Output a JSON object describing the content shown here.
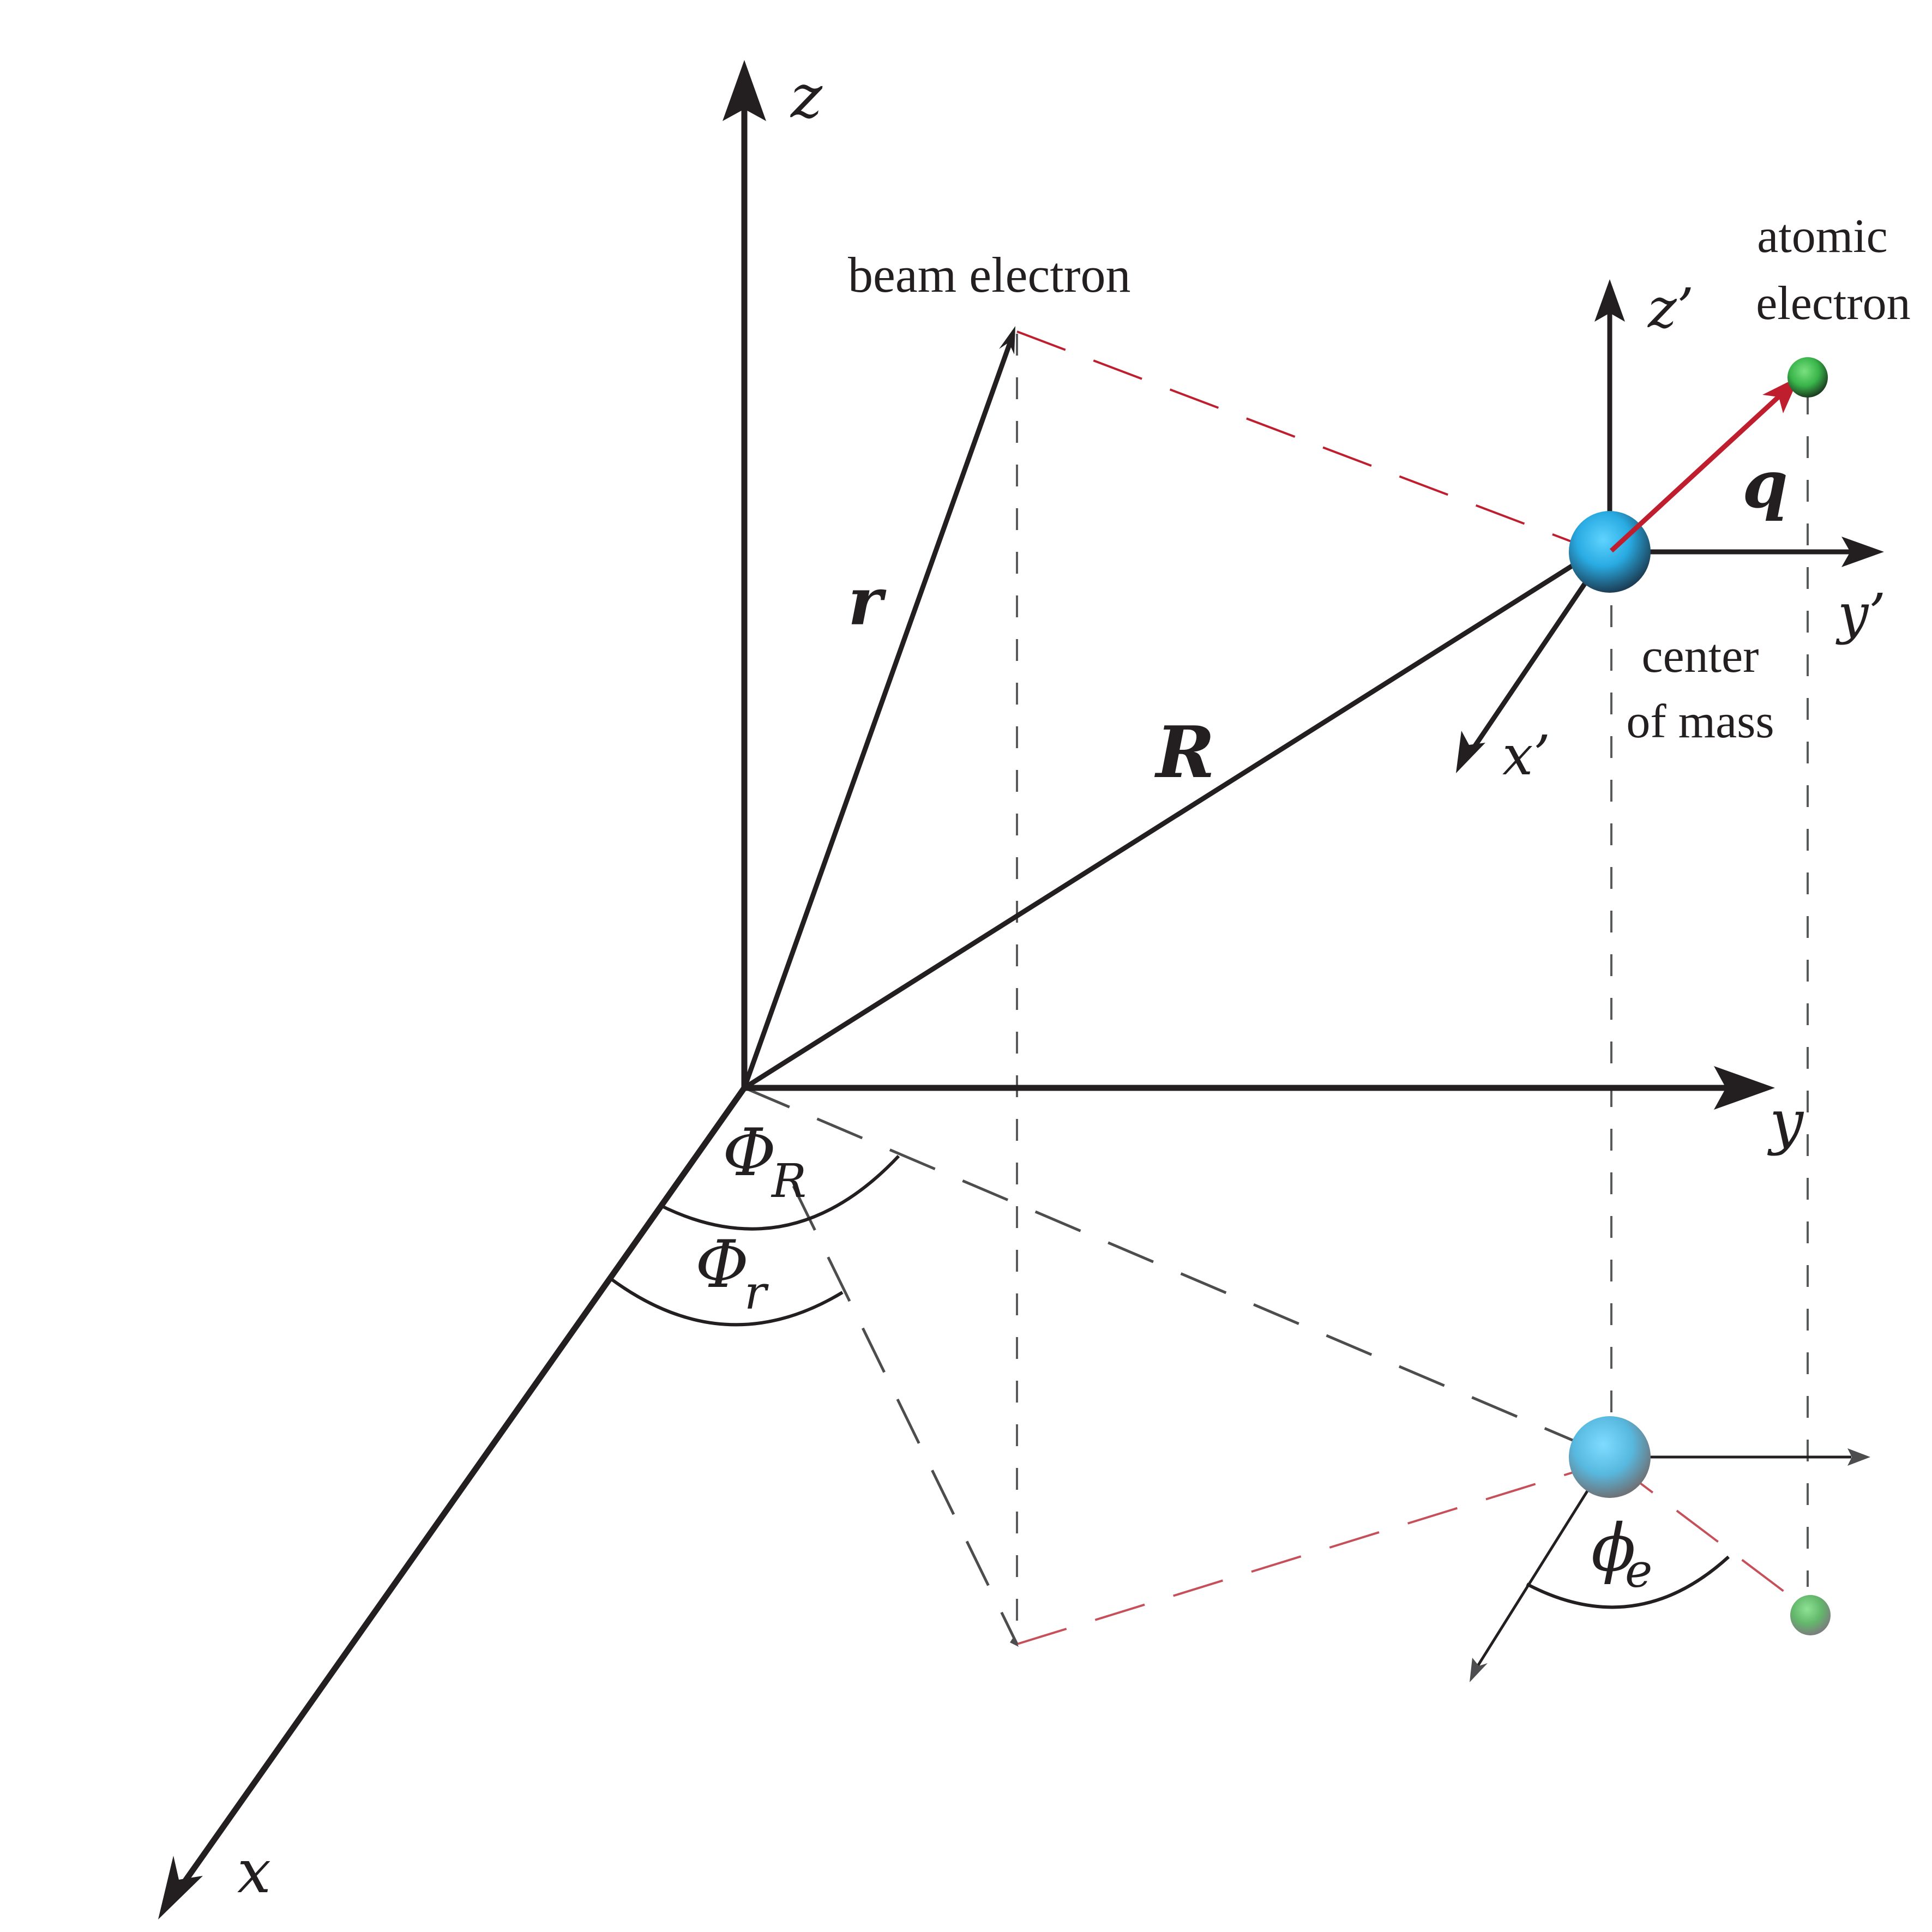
{
  "labels": {
    "axis_z": "z",
    "axis_y": "y",
    "axis_x": "x",
    "axis_z_prime": "z’",
    "axis_y_prime": "y’",
    "axis_x_prime": "x’",
    "beam_electron": "beam electron",
    "atomic_electron_line1": "atomic",
    "atomic_electron_line2": "electron",
    "vector_r": "r",
    "vector_R": "R",
    "vector_q": "q",
    "center_of_mass_line1": "center",
    "center_of_mass_line2": "of mass",
    "angle_Phi_R": "Φ",
    "angle_Phi_R_sub": "R",
    "angle_Phi_r": "Φ",
    "angle_Phi_r_sub": "r",
    "angle_phi_e": "ϕ",
    "angle_phi_e_sub": "e"
  },
  "colors": {
    "ink": "#231f20",
    "vector_q": "#be1e2d",
    "dash_red": "#be1e2d",
    "nucleus": "#29abe2",
    "electron": "#39b54a"
  }
}
